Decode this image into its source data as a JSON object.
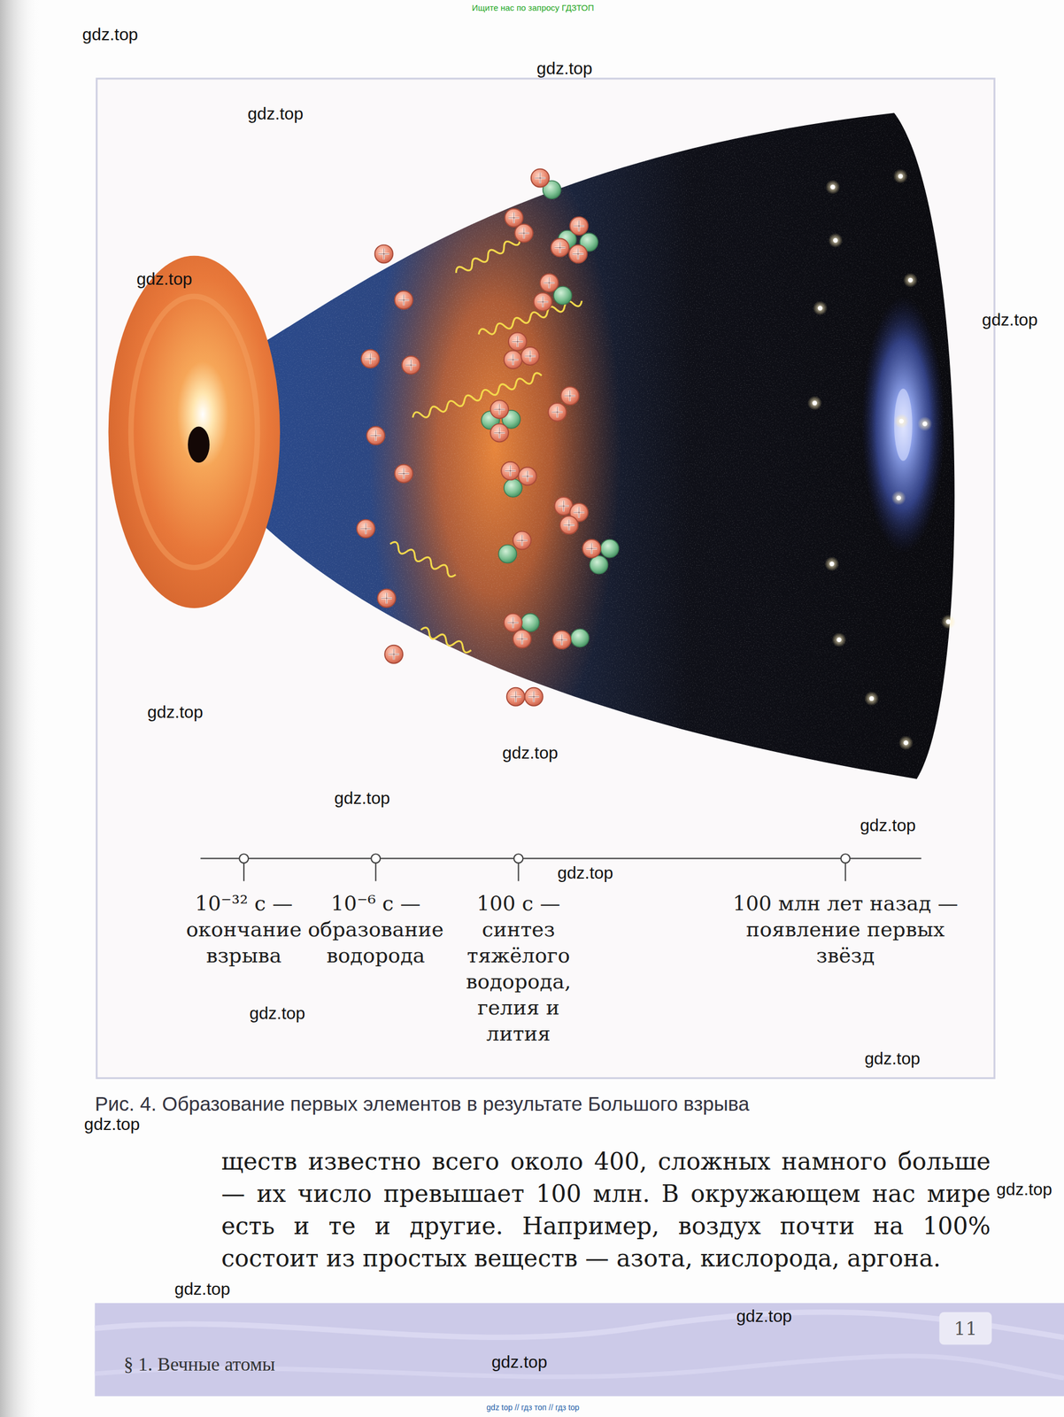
{
  "diagram": {
    "caption": "Рис. 4. Образование первых элементов в результате Большого взрыва",
    "labels": [
      "Ищите нас по запросу ГДЗТОП",
      "gdz.top",
      "gdz.top",
      "gdz.top",
      "gdz.top",
      "gdz.top",
      "gdz.top",
      "gdz.top",
      "gdz.top",
      "gdz.top",
      "gdz.top",
      "gdz.top",
      "gdz.top",
      "gdz.top",
      "gdz.top",
      "gdz.top",
      "gdz.top",
      "gdz.top",
      "10⁻³² с — окончание взрыва",
      "10⁻⁶ с — образование водорода",
      "100 с — синтез тяжёлого водорода, гелия и лития",
      "100 млн лет назад — появление первых звёзд",
      "ществ известно всего около 400, сложных намного больше — их число превышает 100 млн. В окружающем нас мире есть и те и другие. Например, воздух почти на 100% состоит из простых веществ — азота, кислорода, аргона.",
      "11",
      "§ 1. Вечные атомы",
      "gdz top // гдз топ // гдз top"
    ]
  }
}
